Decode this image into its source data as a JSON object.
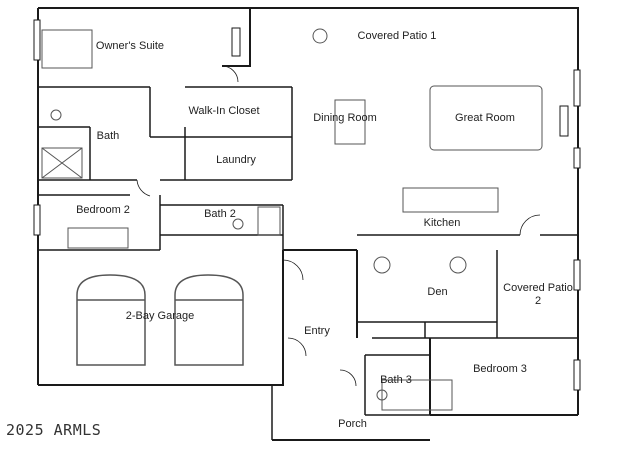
{
  "rooms": {
    "owners_suite": "Owner's Suite",
    "covered_patio_1": "Covered Patio 1",
    "walk_in_closet": "Walk-In Closet",
    "dining_room": "Dining Room",
    "great_room": "Great Room",
    "bath": "Bath",
    "laundry": "Laundry",
    "bedroom_2": "Bedroom 2",
    "bath_2": "Bath 2",
    "kitchen": "Kitchen",
    "two_bay_garage": "2-Bay Garage",
    "den": "Den",
    "covered_patio_2": "Covered Patio 2",
    "entry": "Entry",
    "bath_3": "Bath 3",
    "bedroom_3": "Bedroom 3",
    "porch": "Porch"
  },
  "copyright": "2025 ARMLS",
  "colors": {
    "wall": "#1a1a1a",
    "fixture": "#555555",
    "background": "#ffffff"
  }
}
